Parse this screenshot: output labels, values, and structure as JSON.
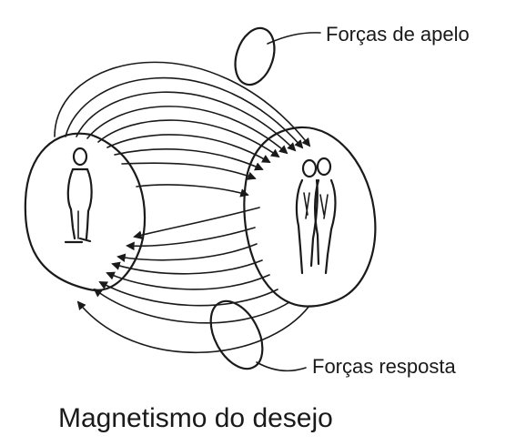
{
  "labels": {
    "appeal_forces": "Forças de apelo",
    "response_forces": "Forças resposta",
    "caption": "Magnetismo do desejo"
  },
  "figures": {
    "left": "single-person-icon",
    "right": "couple-icon"
  },
  "colors": {
    "ink": "#1a1a1a",
    "background": "#ffffff"
  }
}
